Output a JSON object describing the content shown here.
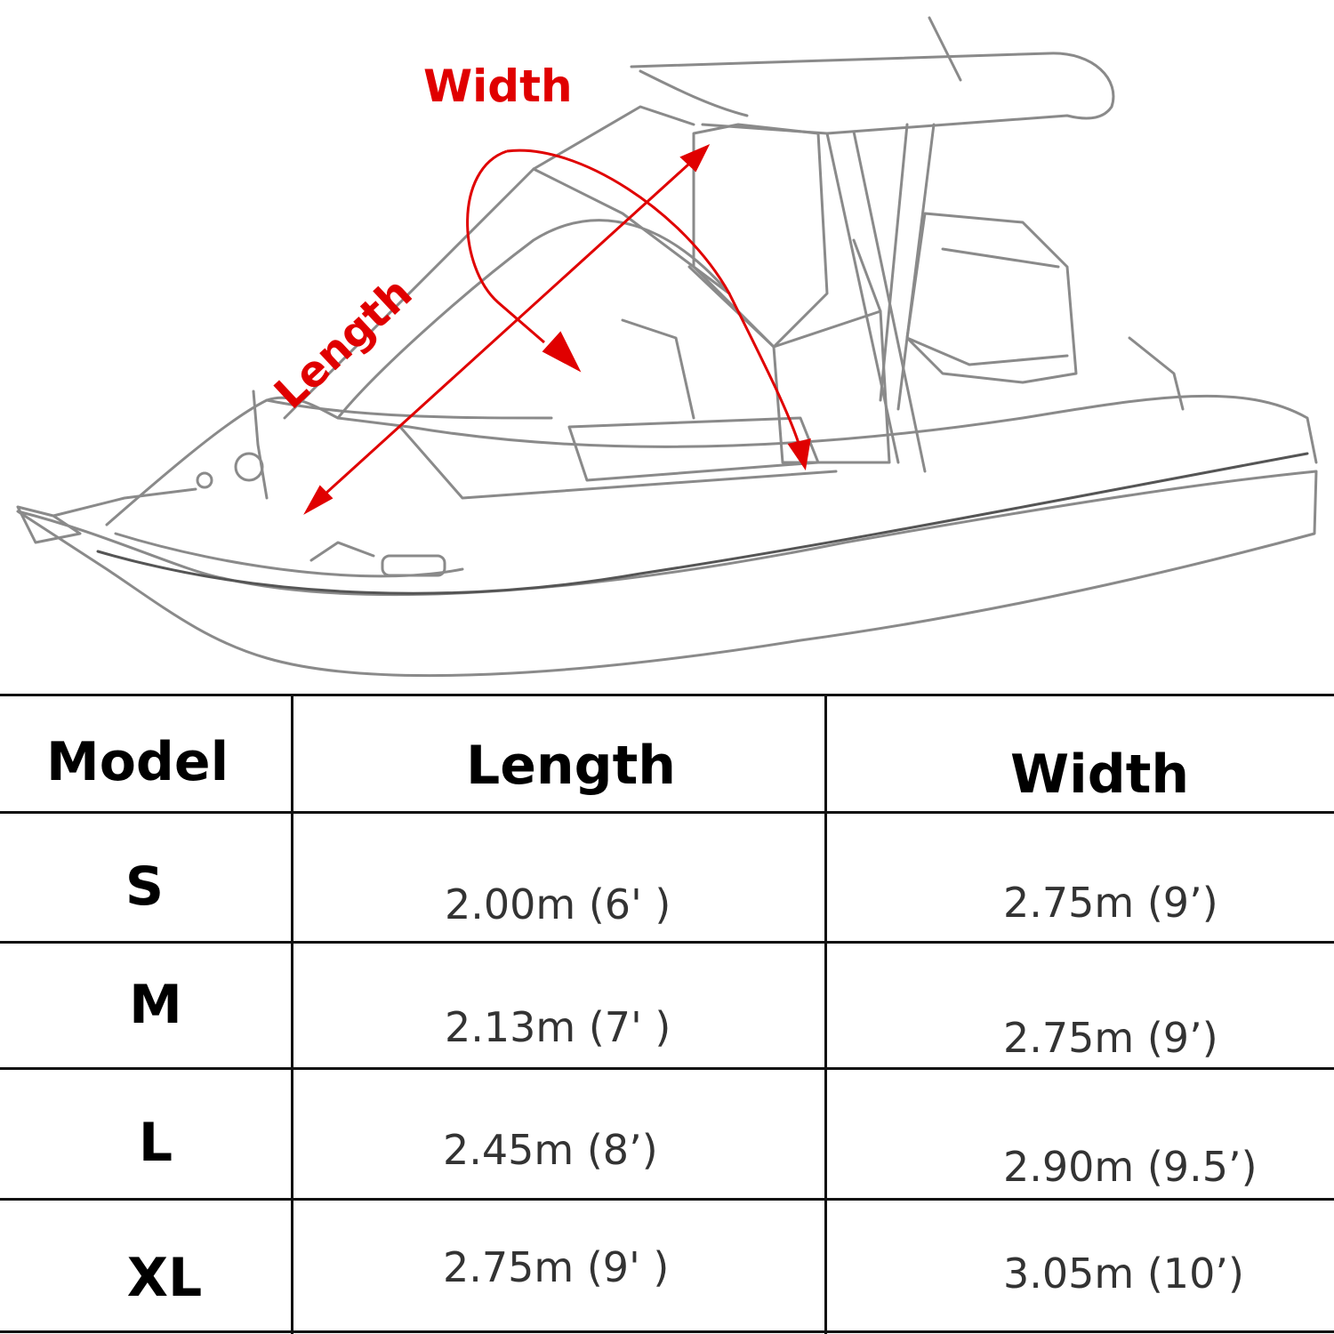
{
  "diagram": {
    "width_label": "Width",
    "length_label": "Length",
    "arrow_color": "#e00000",
    "icon": "boat-sketch-icon"
  },
  "table": {
    "headers": {
      "model": "Model",
      "length": "Length",
      "width": "Width"
    },
    "rows": [
      {
        "model": "S",
        "length": "2.00m (6' )",
        "width": "2.75m (9’)"
      },
      {
        "model": "M",
        "length": "2.13m (7' )",
        "width": "2.75m (9’)"
      },
      {
        "model": "L",
        "length": "2.45m (8’)",
        "width": "2.90m (9.5’)"
      },
      {
        "model": "XL",
        "length": "2.75m (9' )",
        "width": "3.05m (10’)"
      }
    ]
  }
}
